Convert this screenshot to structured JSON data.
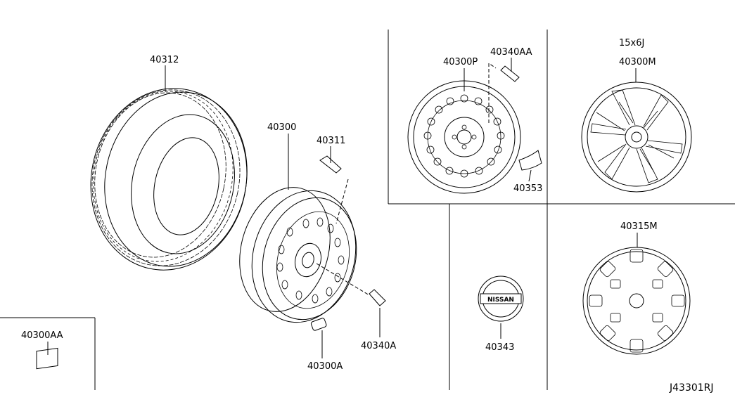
{
  "diagram": {
    "code": "J43301RJ",
    "parts": {
      "tire": "40312",
      "steel_wheel": "40300",
      "valve": "40311",
      "wheel_nut": "40340A",
      "balance_weight": "40300A",
      "weight_adhesive": "40300AA",
      "spare_wheel": "40300P",
      "spare_nut": "40340AA",
      "spare_tag": "40353",
      "alloy_size": "15x6J",
      "alloy_wheel": "40300M",
      "center_cap": "40343",
      "center_cap_logo": "NISSAN",
      "hubcap": "40315M"
    }
  }
}
